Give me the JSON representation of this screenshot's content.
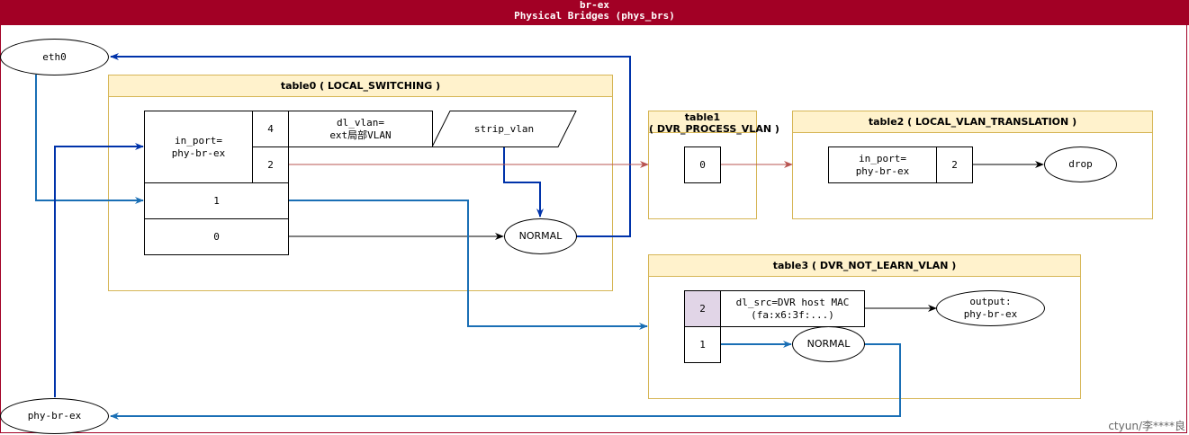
{
  "header": {
    "line1": "br-ex",
    "line2": "Physical Bridges (phys_brs)"
  },
  "nodes": {
    "eth0": "eth0",
    "phy_br_ex": "phy-br-ex"
  },
  "table0": {
    "title": "table0 ( LOCAL_SWITCHING )",
    "in_port": "in_port=\nphy-br-ex",
    "prio_4": "4",
    "prio_2": "2",
    "prio_1": "1",
    "prio_0": "0",
    "dl_vlan": "dl_vlan=\next局部VLAN",
    "strip_vlan": "strip_vlan",
    "normal": "NORMAL"
  },
  "table1": {
    "title": "table1\n( DVR_PROCESS_VLAN )",
    "prio_0": "0"
  },
  "table2": {
    "title": "table2 ( LOCAL_VLAN_TRANSLATION )",
    "in_port": "in_port=\nphy-br-ex",
    "prio_2": "2",
    "drop": "drop"
  },
  "table3": {
    "title": "table3 ( DVR_NOT_LEARN_VLAN )",
    "prio_2": "2",
    "dl_src": "dl_src=DVR host MAC\n(fa:x6:3f:...)",
    "output": "output:\nphy-br-ex",
    "prio_1": "1",
    "normal": "NORMAL"
  },
  "colors": {
    "header": "#a20025",
    "panel_border": "#d6b656",
    "panel_title": "#fff2cc",
    "blue_dark": "#0033aa",
    "blue_light": "#1a6fb5",
    "red_line": "#b85450",
    "purple_cell": "#e1d5e7"
  },
  "watermark": "ctyun/李****良"
}
